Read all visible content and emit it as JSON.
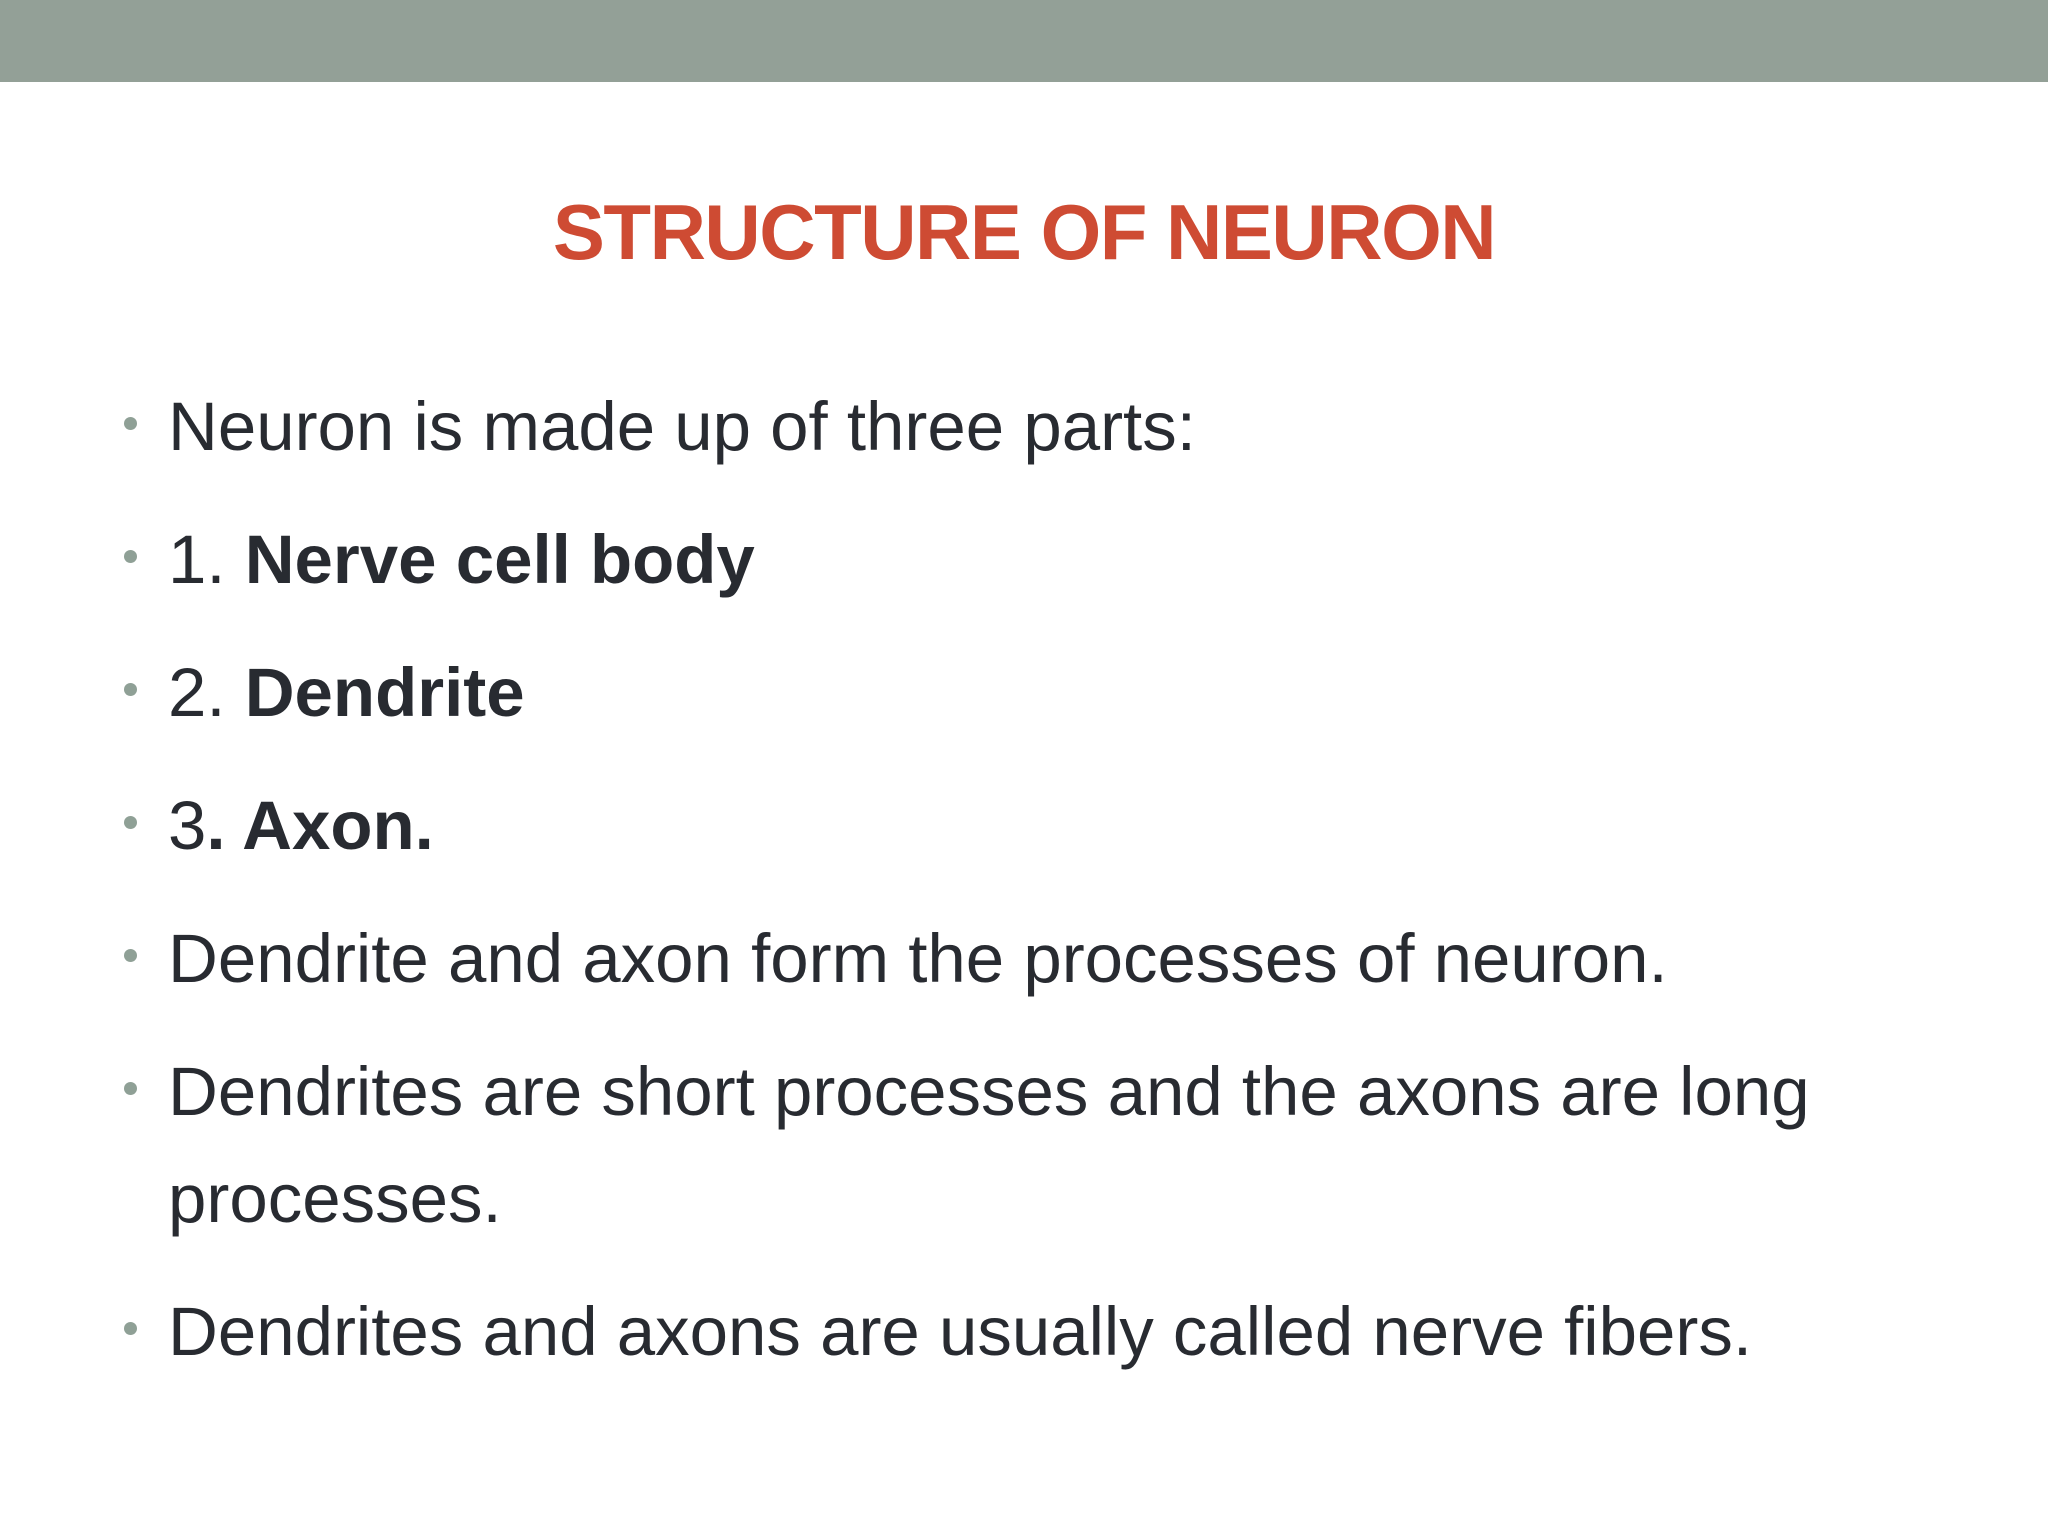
{
  "slide": {
    "colors": {
      "background": "#FFFFFF",
      "top_bar": "#93A097",
      "title": "#CE4B33",
      "text": "#282B31",
      "bullet_marker": "#8FA096"
    },
    "title": {
      "text": "STRUCTURE OF NEURON"
    },
    "bullets": [
      {
        "segments": [
          {
            "text": "Neuron is made up of three parts:",
            "bold": false
          }
        ]
      },
      {
        "segments": [
          {
            "text": "1. ",
            "bold": false
          },
          {
            "text": "Nerve cell body",
            "bold": true
          }
        ]
      },
      {
        "segments": [
          {
            "text": "2. ",
            "bold": false
          },
          {
            "text": "Dendrite",
            "bold": true
          }
        ]
      },
      {
        "segments": [
          {
            "text": "3",
            "bold": false
          },
          {
            "text": ". Axon.",
            "bold": true
          }
        ]
      },
      {
        "segments": [
          {
            "text": "Dendrite and axon form the processes of neuron.",
            "bold": false
          }
        ]
      },
      {
        "segments": [
          {
            "text": "Dendrites are short processes and the axons are long processes.",
            "bold": false
          }
        ]
      },
      {
        "segments": [
          {
            "text": "Dendrites and axons are usually called nerve fibers.",
            "bold": false
          }
        ]
      }
    ]
  }
}
